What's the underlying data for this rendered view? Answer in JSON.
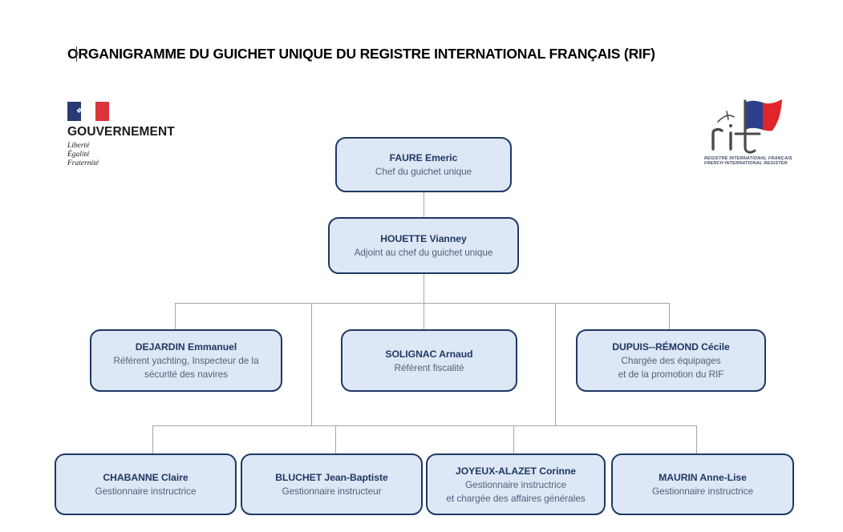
{
  "page": {
    "title": "ORGANIGRAMME DU GUICHET UNIQUE DU REGISTRE INTERNATIONAL FRANÇAIS (RIF)",
    "background_color": "#ffffff"
  },
  "logos": {
    "government": {
      "name": "GOUVERNEMENT",
      "motto_line1": "Liberté",
      "motto_line2": "Égalité",
      "motto_line3": "Fraternité",
      "flag_blue": "#273a74",
      "flag_red": "#d9353b"
    },
    "rif": {
      "wordmark": "rif",
      "subtitle_line1": "REGISTRE INTERNATIONAL FRANÇAIS",
      "subtitle_line2": "FRENCH INTERNATIONAL REGISTER",
      "flag_blue": "#2b3f8c",
      "flag_red": "#e1242a",
      "ink": "#4a4a4a"
    }
  },
  "style": {
    "node_fill": "#dde7f5",
    "node_border": "#1f3864",
    "name_color": "#1f3864",
    "role_color": "#56617a",
    "connector_color": "#a6a6a6"
  },
  "org_chart": {
    "level1": [
      {
        "name": "FAURE Emeric",
        "role": "Chef du guichet unique"
      }
    ],
    "level2": [
      {
        "name": "HOUETTE Vianney",
        "role": "Adjoint au chef du guichet unique"
      }
    ],
    "level3": [
      {
        "name": "DEJARDIN Emmanuel",
        "role_line1": "Référent yachting, Inspecteur de la",
        "role_line2": "sécurité des navires"
      },
      {
        "name": "SOLIGNAC Arnaud",
        "role_line1": "Référent fiscalité",
        "role_line2": ""
      },
      {
        "name": "DUPUIS--RÉMOND Cécile",
        "role_line1": "Chargée des équipages",
        "role_line2": "et de la promotion du RIF"
      }
    ],
    "level4": [
      {
        "name": "CHABANNE Claire",
        "role_line1": "Gestionnaire instructrice",
        "role_line2": ""
      },
      {
        "name": "BLUCHET Jean-Baptiste",
        "role_line1": "Gestionnaire instructeur",
        "role_line2": ""
      },
      {
        "name": "JOYEUX-ALAZET Corinne",
        "role_line1": "Gestionnaire instructrice",
        "role_line2": "et chargée des affaires générales"
      },
      {
        "name": "MAURIN Anne-Lise",
        "role_line1": "Gestionnaire instructrice",
        "role_line2": ""
      }
    ]
  }
}
